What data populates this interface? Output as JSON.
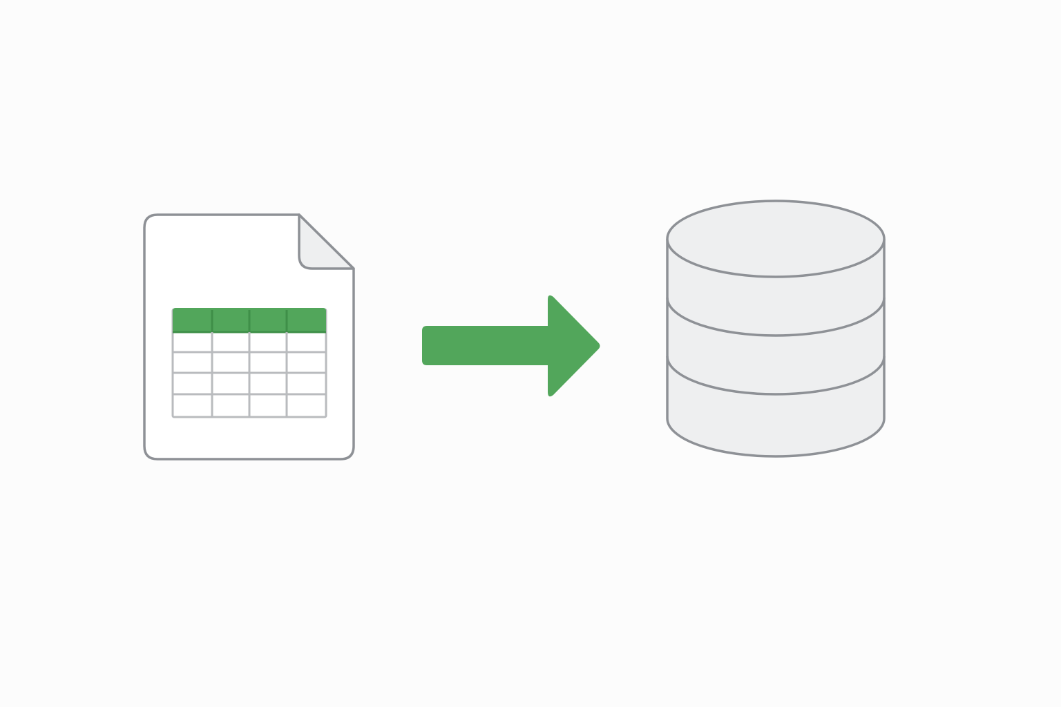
{
  "diagram": {
    "nodes": [
      {
        "id": "source",
        "icon": "spreadsheet-file-icon"
      },
      {
        "id": "target",
        "icon": "database-icon"
      }
    ],
    "edges": [
      {
        "from": "source",
        "to": "target",
        "icon": "arrow-right-icon"
      }
    ]
  },
  "colors": {
    "background": "#fcfcfc",
    "outline": "#8e9196",
    "fill": "#eeeff0",
    "accent": "#52a65b",
    "table_grid": "#b9bbbe"
  }
}
